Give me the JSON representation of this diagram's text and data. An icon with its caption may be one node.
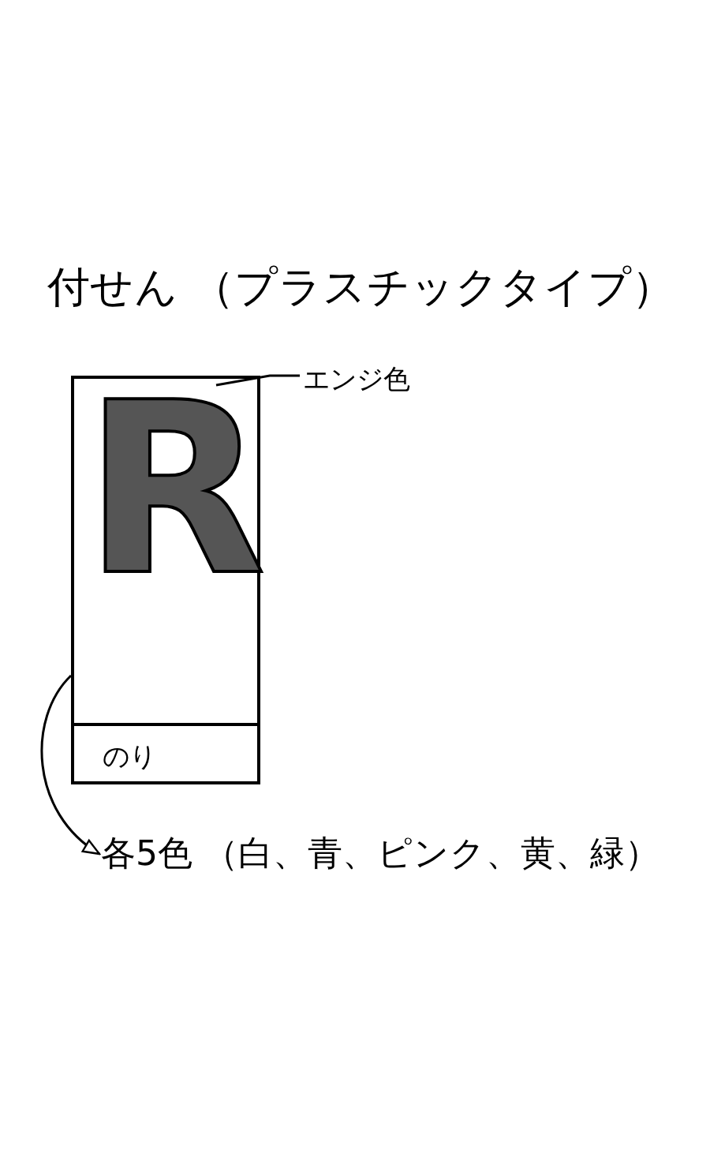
{
  "diagram": {
    "title": "付せん （プラスチックタイプ）",
    "nodes": [
      {
        "text": [],
        "shape": "box"
      },
      {
        "text": [
          "R"
        ],
        "in": 0
      },
      {
        "text": [
          "のり"
        ],
        "in": 0
      },
      {
        "text": [
          "エンジ色"
        ]
      },
      {
        "text": [
          "各5色 （白、青、ピンク、黄、緑）"
        ]
      }
    ],
    "edges": [
      {
        "from": 3,
        "to": 1,
        "arrow": "none"
      },
      {
        "from": 0,
        "to": 4,
        "arrow": "to"
      }
    ]
  }
}
